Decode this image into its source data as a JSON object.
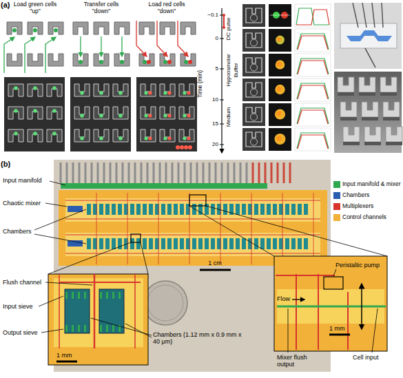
{
  "diagram": {
    "labels": [
      "(a)",
      "Load green cells \"up\"",
      "Transfer cells \"down\"",
      "Load red cells \"down\"",
      "−0.1",
      "0",
      "5",
      "10",
      "15",
      "20",
      "Time (min)",
      "DC pulse",
      "Hypoosmolar",
      "Buffer",
      "Medium",
      "(b)",
      "Input manifold",
      "Chaotic mixer",
      "Chambers",
      "1 cm",
      "Flush channel",
      "Input sieve",
      "Output sieve",
      "Chambers (1.12 mm x 0.9 mm x 40 μm)",
      "1 mm",
      "Peristaltic pump",
      "Flow",
      "1 mm",
      "Mixer flush output",
      "Cell input"
    ],
    "legend": [
      {
        "text": "Input manifold & mixer",
        "color": "#2fa84f"
      },
      {
        "text": "Chambers",
        "color": "#2a5db0"
      },
      {
        "text": "Multiplexers",
        "color": "#d8342c"
      },
      {
        "text": "Control channels",
        "color": "#f2b23a"
      }
    ]
  }
}
